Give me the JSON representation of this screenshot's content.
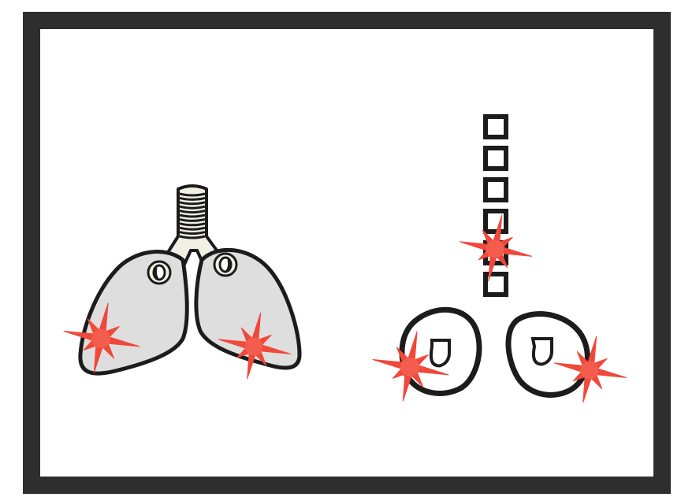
{
  "colors": {
    "frame": "#2e2e2e",
    "background": "#ffffff",
    "outline": "#1c1c1c",
    "lung_fill": "#dedede",
    "trachea_fill": "#f2efe4",
    "pain_star": "#f0483a",
    "pain_star_highlight": "#f66b5a"
  },
  "icons": {
    "lungs": "lungs-icon",
    "trachea": "trachea-icon",
    "spine": "spine-icon",
    "kidneys": "kidney-icon",
    "pain_marker": "pain-star-icon"
  },
  "diagrams": [
    {
      "name": "lungs-diagram",
      "pain_markers": 2
    },
    {
      "name": "spine-kidneys-diagram",
      "vertebrae": 6,
      "pain_markers": 3
    }
  ]
}
